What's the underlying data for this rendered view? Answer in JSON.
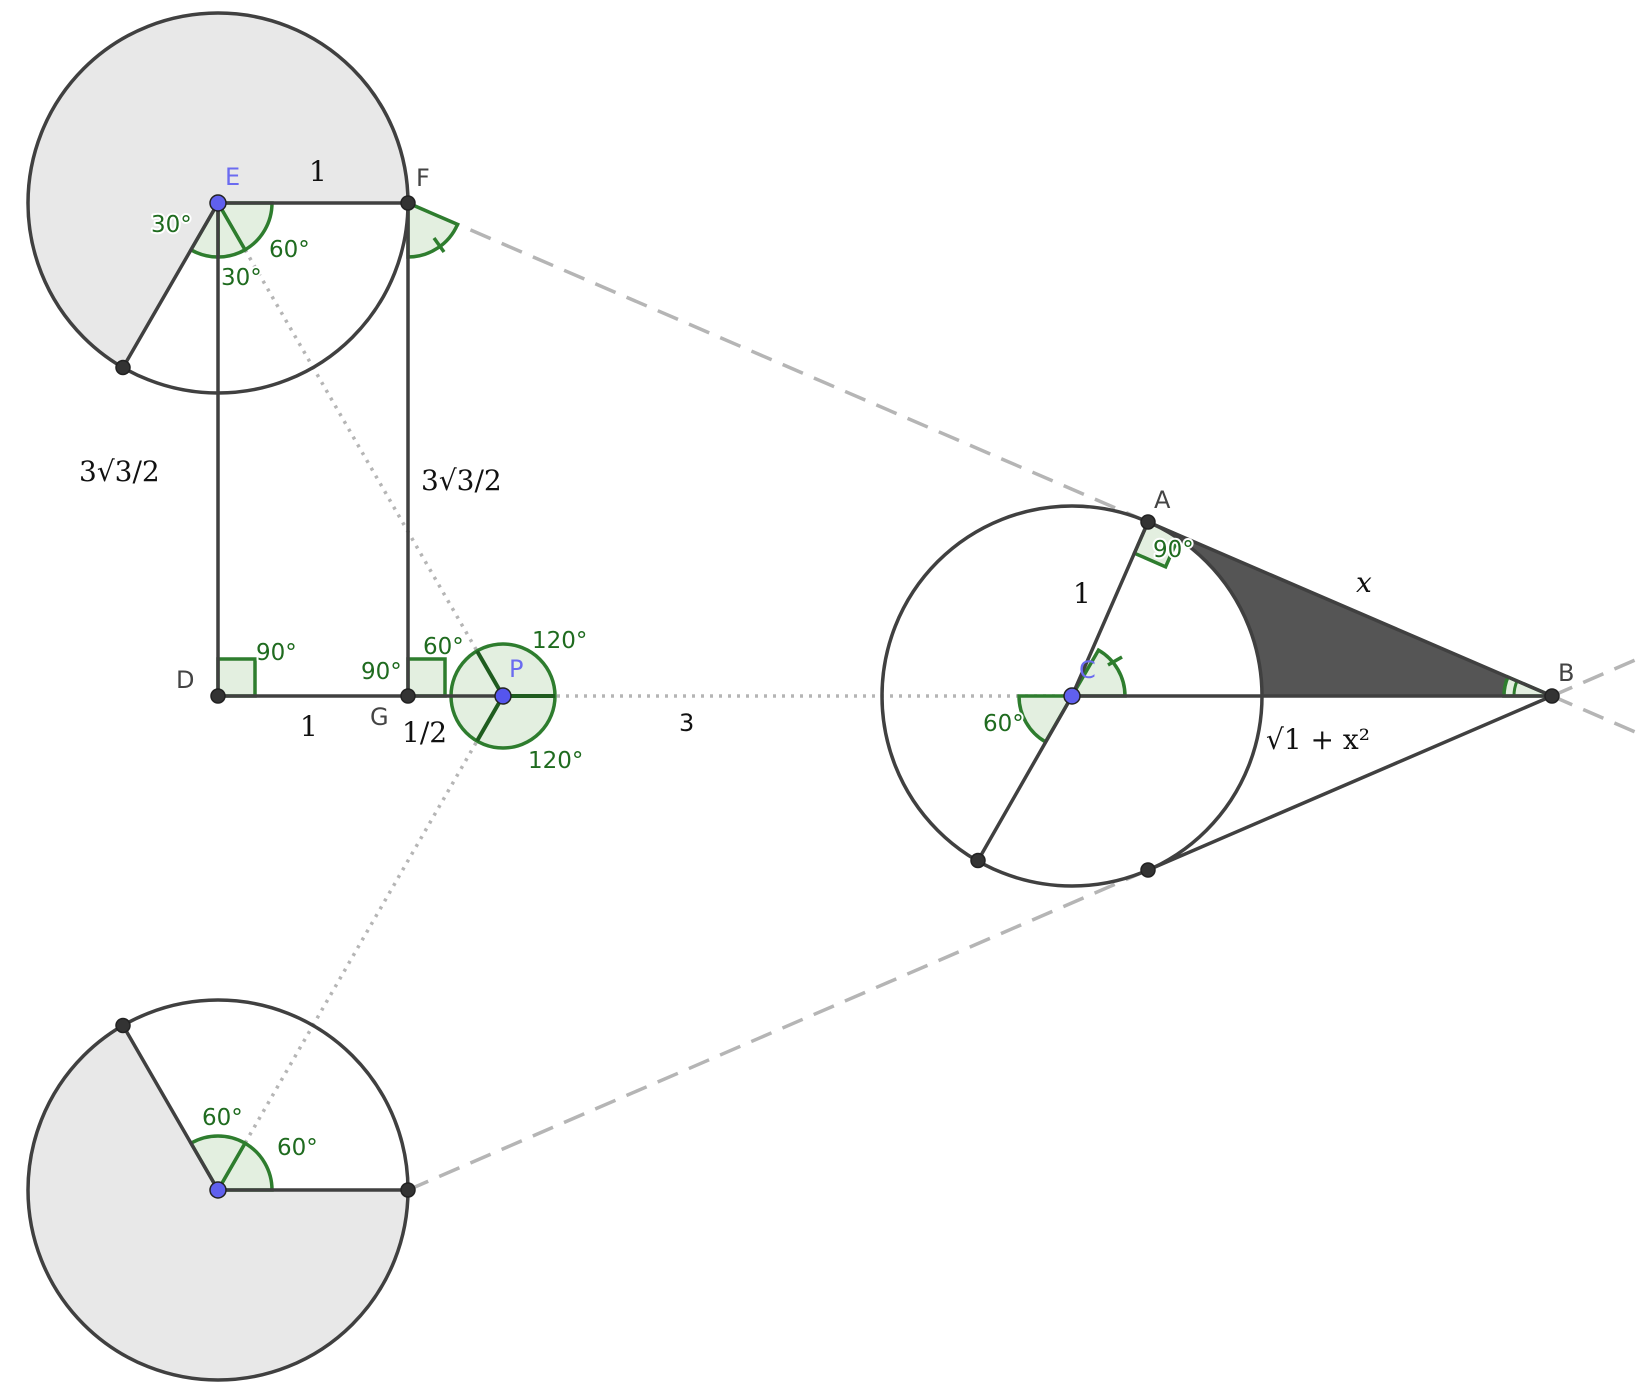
{
  "colors": {
    "background": "#ffffff",
    "outline": "#404040",
    "circle_shade": "#e8e8e8",
    "dark_region": "#555555",
    "angle_green": "#2e7d2e",
    "angle_fill": "#e3efe0",
    "angle_text": "#1f6b1f",
    "dashed_gray": "#b5b5b5",
    "point_black": "#333333",
    "point_blue": "#6060ee",
    "label_blue": "#6b6bf0"
  },
  "points": {
    "E": "E",
    "F": "F",
    "D": "D",
    "G": "G",
    "P": "P",
    "A": "A",
    "B": "B",
    "C": "C"
  },
  "angles": {
    "E_outer": "30°",
    "E_right": "60°",
    "E_inner": "30°",
    "D_right": "90°",
    "G_right": "90°",
    "G_sixty": "60°",
    "P_upper": "120°",
    "P_lower": "120°",
    "A_right": "90°",
    "C_sixty": "60°",
    "lower_top": "60°",
    "lower_right": "60°"
  },
  "lengths": {
    "EF": "1",
    "DE": "3√3/2",
    "GF": "3√3/2",
    "DG": "1",
    "GP": "1/2",
    "PC": "3",
    "CA": "1",
    "AB": "x",
    "CB": "√1 + x²"
  }
}
